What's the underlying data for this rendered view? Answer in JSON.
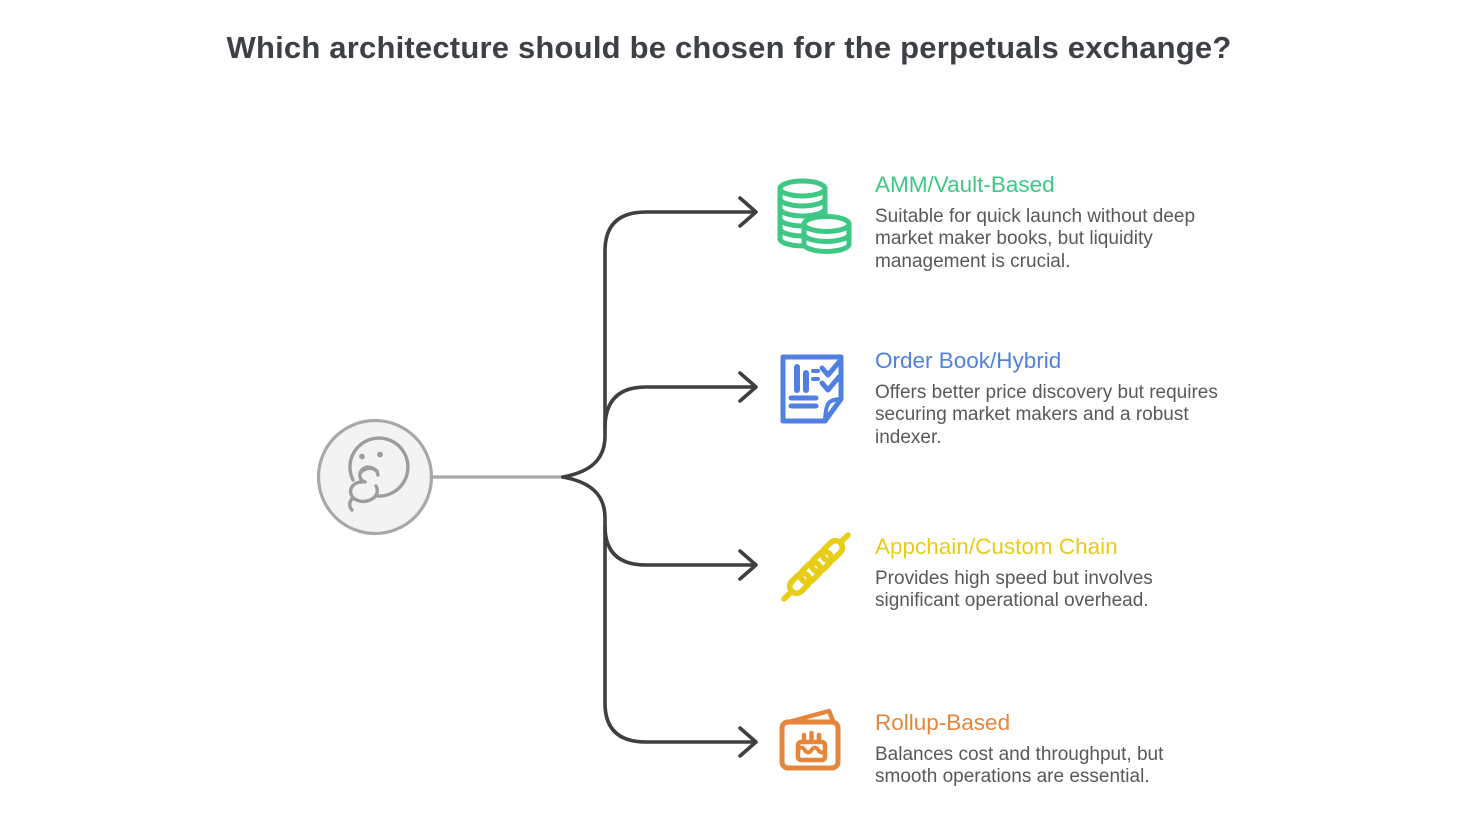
{
  "page": {
    "title": "Which architecture should be chosen for the perpetuals exchange?",
    "background": "#ffffff"
  },
  "hub": {
    "icon": "thinking-face",
    "circle_fill": "#f3f3f3",
    "stroke_color": "#a8a8a8"
  },
  "connectors": {
    "arrow_color": "#3d3f41",
    "stem_color": "#a8a8a8"
  },
  "branches": [
    {
      "label": "AMM/Vault-Based",
      "description": "Suitable for quick launch without deep\nmarket maker books, but liquidity\nmanagement is crucial.",
      "color": "#3fc786",
      "icon": "coin-stack"
    },
    {
      "label": "Order Book/Hybrid",
      "description": "Offers better price discovery but requires\nsecuring market makers and a robust\nindexer.",
      "color": "#4f80e2",
      "icon": "order-book-document"
    },
    {
      "label": "Appchain/Custom Chain",
      "description": "Provides high speed but involves\nsignificant operational overhead.",
      "color": "#e7cd16",
      "icon": "chain-links"
    },
    {
      "label": "Rollup-Based",
      "description": "Balances cost and throughput, but\nsmooth operations are essential.",
      "color": "#e6853c",
      "icon": "rollup-card"
    }
  ]
}
